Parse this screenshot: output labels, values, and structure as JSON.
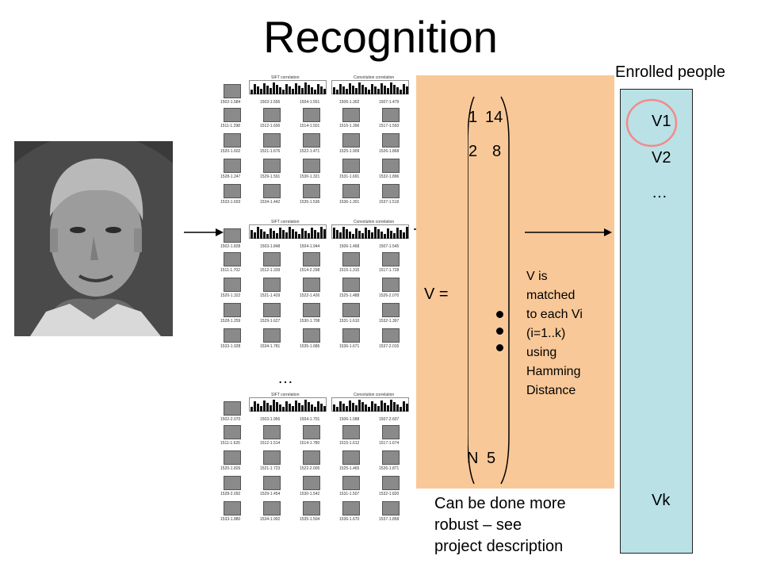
{
  "title": "Recognition",
  "enrolled": {
    "label": "Enrolled people",
    "entries": [
      "V1",
      "V2",
      "…",
      "Vk"
    ]
  },
  "vector": {
    "label": "V =",
    "rows": [
      {
        "index": "1",
        "value": "14"
      },
      {
        "index": "2",
        "value": "8"
      },
      {
        "index": "N",
        "value": "5"
      }
    ]
  },
  "match_note": "V is\nmatched\nto each Vi\n(i=1..k)\nusing\nHamming\nDistance",
  "feature_ellipsis": "…",
  "feature_blocks": [
    {
      "chart_titles": [
        "SIFT correlation",
        "Convolution correlation"
      ],
      "labels": [
        "1502-1.584",
        "1503-1.556",
        "1504-1.551",
        "1506-1.302",
        "1507-1.479",
        "1511-1.298",
        "1512-1.600",
        "1514-1.501",
        "1515-1.396",
        "1517-1.593",
        "1520-1.602",
        "1521-1.676",
        "1522-1.471",
        "1525-1.909",
        "1526-1.868",
        "1528-1.247",
        "1529-1.591",
        "1530-1.321",
        "1531-1.691",
        "1532-1.896",
        "1533-1.693",
        "1534-1.442",
        "1535-1.536",
        "1536-1.301",
        "1537-1.519"
      ]
    },
    {
      "chart_titles": [
        "SIFT correlation",
        "Convolution correlation"
      ],
      "labels": [
        "1502-1.828",
        "1503-1.848",
        "1504-1.944",
        "1506-1.468",
        "1507-1.545",
        "1511-1.702",
        "1512-1.339",
        "1514-2.298",
        "1515-1.315",
        "1517-1.728",
        "1520-1.322",
        "1521-1.429",
        "1522-1.426",
        "1525-1.488",
        "1526-2.070",
        "1528-1.259",
        "1529-1.627",
        "1530-1.708",
        "1531-1.610",
        "1532-1.397",
        "1533-1.928",
        "1534-1.781",
        "1535-1.686",
        "1536-1.671",
        "1537-2.015"
      ]
    },
    {
      "chart_titles": [
        "SIFT correlation",
        "Convolution correlation"
      ],
      "labels": [
        "1502-2.070",
        "1503-1.956",
        "1504-1.701",
        "1506-1.588",
        "1507-2.607",
        "1511-1.626",
        "1512-1.514",
        "1514-1.780",
        "1515-1.612",
        "1517-1.674",
        "1520-1.826",
        "1521-1.723",
        "1522-2.005",
        "1525-1.465",
        "1526-1.871",
        "1528-2.092",
        "1529-1.454",
        "1530-1.542",
        "1531-1.507",
        "1532-1.820",
        "1533-1.880",
        "1534-1.992",
        "1535-1.504",
        "1536-1.670",
        "1537-1.858"
      ]
    }
  ],
  "note": "Can be done more\nrobust – see\nproject description"
}
